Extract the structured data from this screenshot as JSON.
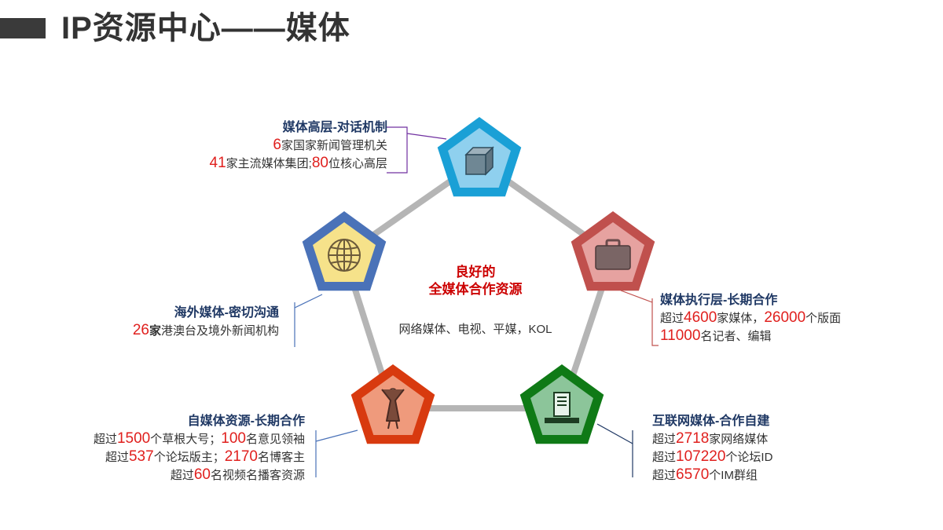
{
  "title": "IP资源中心——媒体",
  "center": {
    "title_line1": "良好的",
    "title_line2": "全媒体合作资源",
    "subtitle": "网络媒体、电视、平媒，KOL"
  },
  "nodes": [
    {
      "id": "top",
      "icon": "box-icon",
      "color_outer": "#1aa0d6",
      "color_inner": "#8fd0ee",
      "heading": "媒体高层-对话机制",
      "lines": [
        [
          {
            "num": "6"
          },
          {
            "text": "家国家新闻管理机关"
          }
        ],
        [
          {
            "num": "41"
          },
          {
            "text": "家主流媒体集团;"
          },
          {
            "num": "80"
          },
          {
            "text": "位核心高层"
          }
        ]
      ]
    },
    {
      "id": "right",
      "icon": "briefcase-icon",
      "color_outer": "#c0504d",
      "color_inner": "#e6a2a0",
      "heading": "媒体执行层-长期合作",
      "lines": [
        [
          {
            "text": "超过"
          },
          {
            "num": "4600"
          },
          {
            "text": "家媒体，"
          },
          {
            "num": "26000"
          },
          {
            "text": "个版面"
          }
        ],
        [
          {
            "num": "11000"
          },
          {
            "text": "名记者、编辑"
          }
        ]
      ]
    },
    {
      "id": "bottom-right",
      "icon": "computer-icon",
      "color_outer": "#0f7a16",
      "color_inner": "#8cc59a",
      "heading": "互联网媒体-合作自建",
      "lines": [
        [
          {
            "text": "超过"
          },
          {
            "num": "2718"
          },
          {
            "text": "家网络媒体"
          }
        ],
        [
          {
            "text": "超过"
          },
          {
            "num": "107220"
          },
          {
            "text": "个论坛ID"
          }
        ],
        [
          {
            "text": "超过"
          },
          {
            "num": "6570"
          },
          {
            "text": "个IM群组"
          }
        ]
      ]
    },
    {
      "id": "bottom-left",
      "icon": "person-icon",
      "color_outer": "#d83a0f",
      "color_inner": "#ef9a7c",
      "heading": "自媒体资源-长期合作",
      "lines": [
        [
          {
            "text": "超过"
          },
          {
            "num": "1500"
          },
          {
            "text": "个草根大号；"
          },
          {
            "num": "100"
          },
          {
            "text": "名意见领袖"
          }
        ],
        [
          {
            "text": "超过"
          },
          {
            "num": "537"
          },
          {
            "text": "个论坛版主；"
          },
          {
            "num": "2170"
          },
          {
            "text": "名博客主"
          }
        ],
        [
          {
            "text": "超过"
          },
          {
            "num": "60"
          },
          {
            "text": "名视频名播客资源"
          }
        ]
      ]
    },
    {
      "id": "left",
      "icon": "globe-icon",
      "color_outer": "#4a72b8",
      "color_inner": "#f6e28a",
      "heading": "海外媒体-密切沟通",
      "lines": [
        [
          {
            "num": "26"
          },
          {
            "bold": "家"
          },
          {
            "text": "港澳台及境外新闻机构"
          }
        ]
      ]
    }
  ]
}
